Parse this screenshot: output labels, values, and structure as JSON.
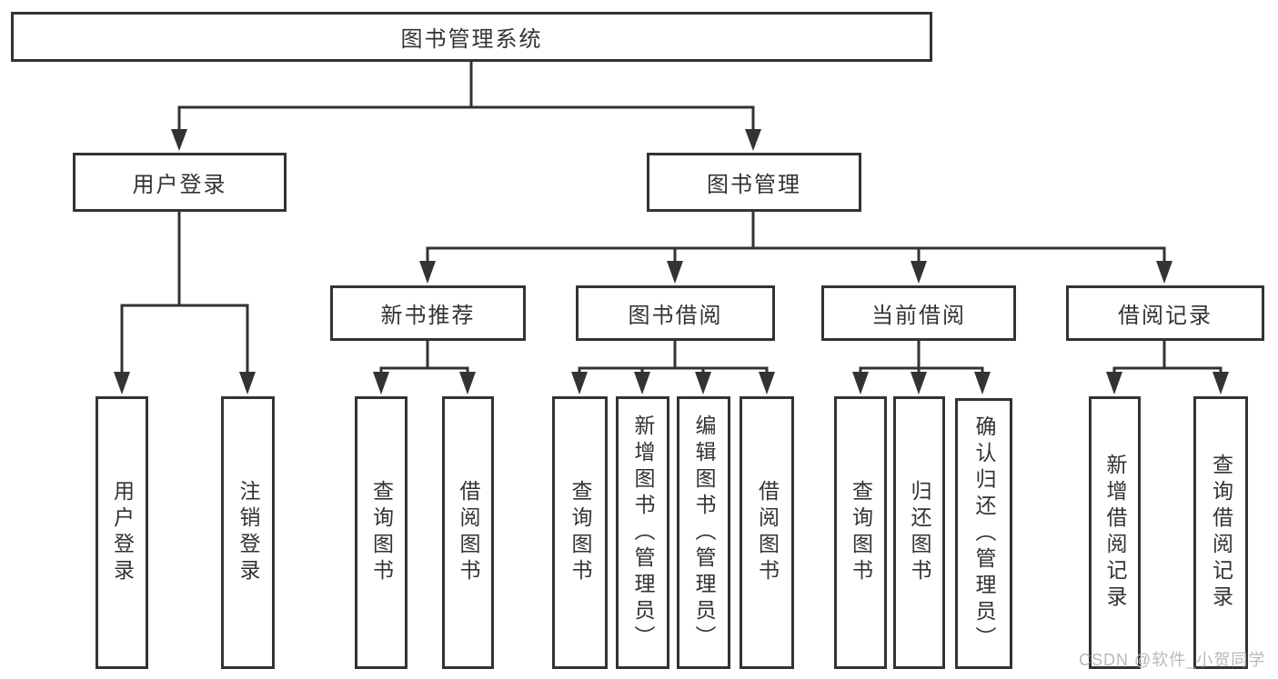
{
  "diagram": {
    "title": "图书管理系统",
    "root": {
      "label": "图书管理系统"
    },
    "branches": [
      {
        "label": "用户登录",
        "children": [
          {
            "label": "用户登录"
          },
          {
            "label": "注销登录"
          }
        ]
      },
      {
        "label": "图书管理",
        "groups": [
          {
            "label": "新书推荐",
            "children": [
              {
                "label": "查询图书"
              },
              {
                "label": "借阅图书"
              }
            ]
          },
          {
            "label": "图书借阅",
            "children": [
              {
                "label": "查询图书"
              },
              {
                "label": "新增图书（管理员）"
              },
              {
                "label": "编辑图书（管理员）"
              },
              {
                "label": "借阅图书"
              }
            ]
          },
          {
            "label": "当前借阅",
            "children": [
              {
                "label": "查询图书"
              },
              {
                "label": "归还图书"
              },
              {
                "label": "确认归还（管理员）"
              }
            ]
          },
          {
            "label": "借阅记录",
            "children": [
              {
                "label": "新增借阅记录"
              },
              {
                "label": "查询借阅记录"
              }
            ]
          }
        ]
      }
    ]
  },
  "watermark": {
    "text": "CSDN @软件_小贺同学"
  },
  "colors": {
    "line": "#333333",
    "box_border": "#333333",
    "text": "#333333",
    "watermark": "#b9b9b9",
    "background": "#ffffff"
  }
}
